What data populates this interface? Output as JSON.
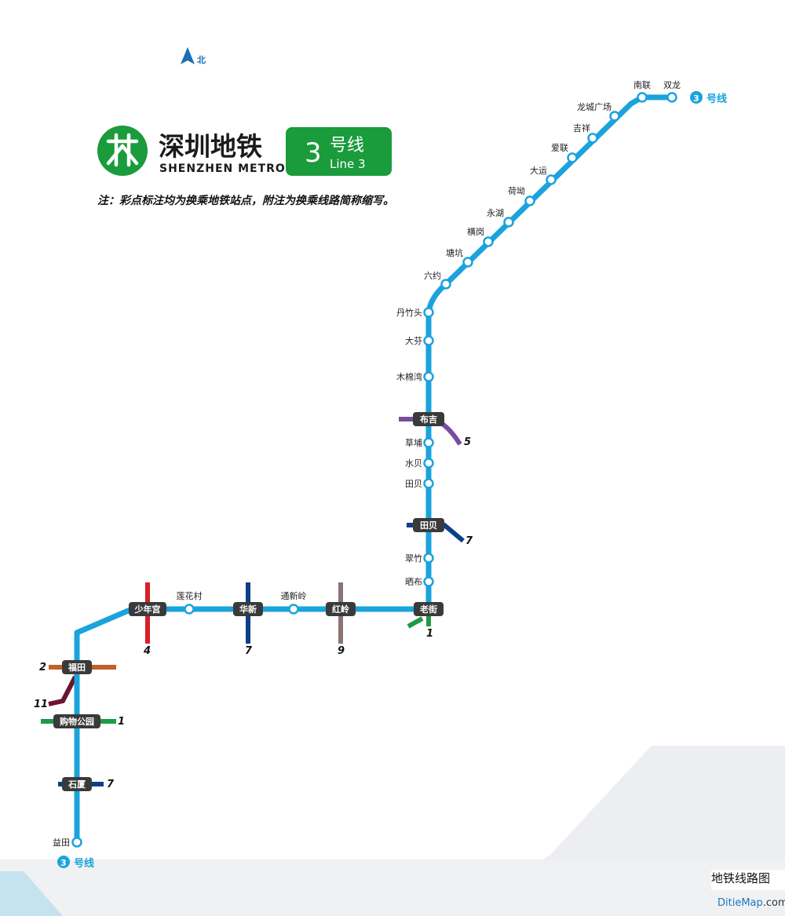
{
  "compass": {
    "label": "北",
    "icon": "north-arrow-icon"
  },
  "brand": {
    "name_cn": "深圳地铁",
    "name_en": "SHENZHEN METRO",
    "logo_icon": "shenzhen-metro-logo-icon",
    "color": "#1a9b3c"
  },
  "line_badge": {
    "number": "3",
    "name_cn": "号线",
    "name_en": "Line 3",
    "color": "#1a9b3c"
  },
  "note": "注：彩点标注均为换乘地铁站点，附注为换乘线路简称缩写。",
  "line_color": "#1aa3dd",
  "terminal_labels": {
    "north": {
      "num": "3",
      "text": "号线"
    },
    "south": {
      "num": "3",
      "text": "号线"
    }
  },
  "stations": [
    {
      "name": "双龙",
      "type": "normal"
    },
    {
      "name": "南联",
      "type": "normal"
    },
    {
      "name": "龙城广场",
      "type": "normal"
    },
    {
      "name": "吉祥",
      "type": "normal"
    },
    {
      "name": "爱联",
      "type": "normal"
    },
    {
      "name": "大运",
      "type": "normal"
    },
    {
      "name": "荷坳",
      "type": "normal"
    },
    {
      "name": "永湖",
      "type": "normal"
    },
    {
      "name": "横岗",
      "type": "normal"
    },
    {
      "name": "塘坑",
      "type": "normal"
    },
    {
      "name": "六约",
      "type": "normal"
    },
    {
      "name": "丹竹头",
      "type": "normal"
    },
    {
      "name": "大芬",
      "type": "normal"
    },
    {
      "name": "木棉湾",
      "type": "normal"
    },
    {
      "name": "布吉",
      "type": "interchange",
      "transfer": [
        "5"
      ]
    },
    {
      "name": "草埔",
      "type": "normal"
    },
    {
      "name": "水贝",
      "type": "normal"
    },
    {
      "name": "田贝",
      "type": "normal"
    },
    {
      "name": "田贝",
      "type": "interchange",
      "transfer": [
        "7"
      ]
    },
    {
      "name": "翠竹",
      "type": "normal"
    },
    {
      "name": "晒布",
      "type": "normal"
    },
    {
      "name": "老街",
      "type": "interchange",
      "transfer": [
        "1"
      ]
    },
    {
      "name": "红岭",
      "type": "interchange",
      "transfer": [
        "9"
      ]
    },
    {
      "name": "通新岭",
      "type": "normal"
    },
    {
      "name": "华新",
      "type": "interchange",
      "transfer": [
        "7"
      ]
    },
    {
      "name": "莲花村",
      "type": "normal"
    },
    {
      "name": "少年宫",
      "type": "interchange",
      "transfer": [
        "4"
      ]
    },
    {
      "name": "福田",
      "type": "interchange",
      "transfer": [
        "2",
        "11"
      ]
    },
    {
      "name": "购物公园",
      "type": "interchange",
      "transfer": [
        "1"
      ]
    },
    {
      "name": "石厦",
      "type": "interchange",
      "transfer": [
        "7"
      ]
    },
    {
      "name": "益田",
      "type": "normal"
    }
  ],
  "transfer_line_colors": {
    "1": "#1f9a46",
    "2": "#c0602a",
    "4": "#d71f26",
    "5": "#7a4c9e",
    "7": "#0d3f8a",
    "9": "#8a7474",
    "11": "#6b1532"
  },
  "watermark": {
    "cn": "地铁线路图",
    "en_a": "DitieMap",
    "en_b": ".com"
  }
}
